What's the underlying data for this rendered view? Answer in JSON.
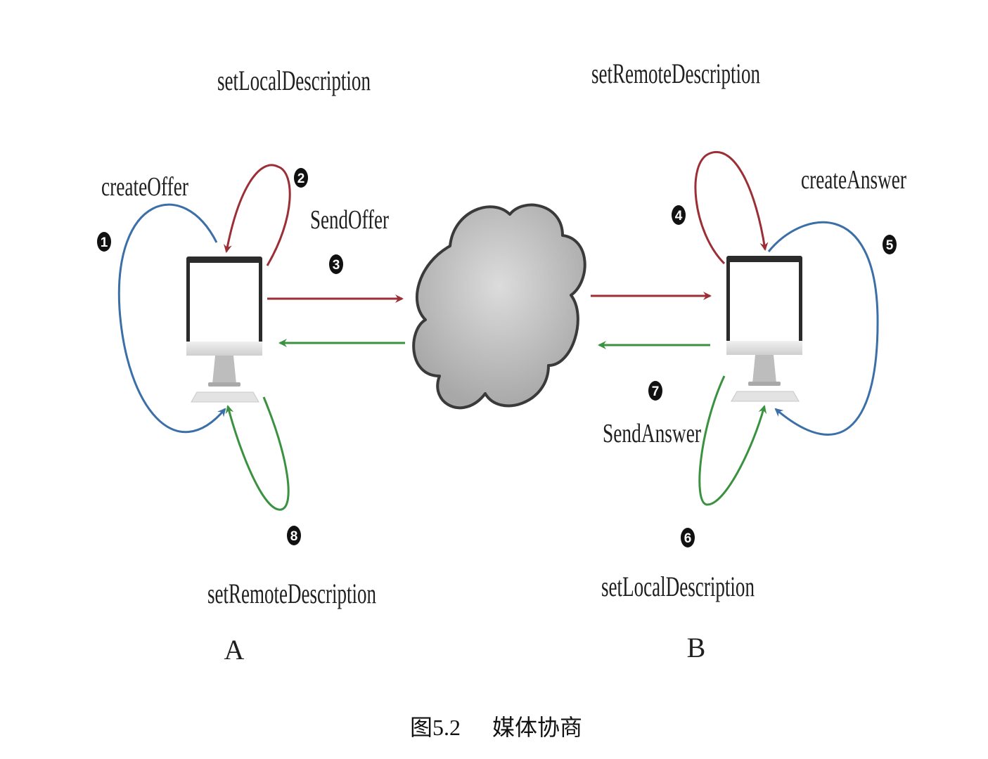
{
  "diagram": {
    "labels": {
      "a_create_offer": "createOffer",
      "a_set_local": "setLocalDescription",
      "a_send_offer": "SendOffer",
      "a_set_remote": "setRemoteDescription",
      "b_set_remote": "setRemoteDescription",
      "b_create_answer": "createAnswer",
      "b_send_answer": "SendAnswer",
      "b_set_local": "setLocalDescription",
      "peer_a": "A",
      "peer_b": "B"
    },
    "steps": {
      "s1": "1",
      "s2": "2",
      "s3": "3",
      "s4": "4",
      "s5": "5",
      "s6": "6",
      "s7": "7",
      "s8": "8"
    },
    "colors": {
      "offer_arrow": "#9b2f35",
      "answer_arrow": "#3a9140",
      "create_loop": "#3c6fa8",
      "cloud_fill": "#b9b9b9",
      "cloud_stroke": "#3a3a3a"
    }
  },
  "caption": {
    "figure_no": "图5.2",
    "title": "媒体协商"
  }
}
